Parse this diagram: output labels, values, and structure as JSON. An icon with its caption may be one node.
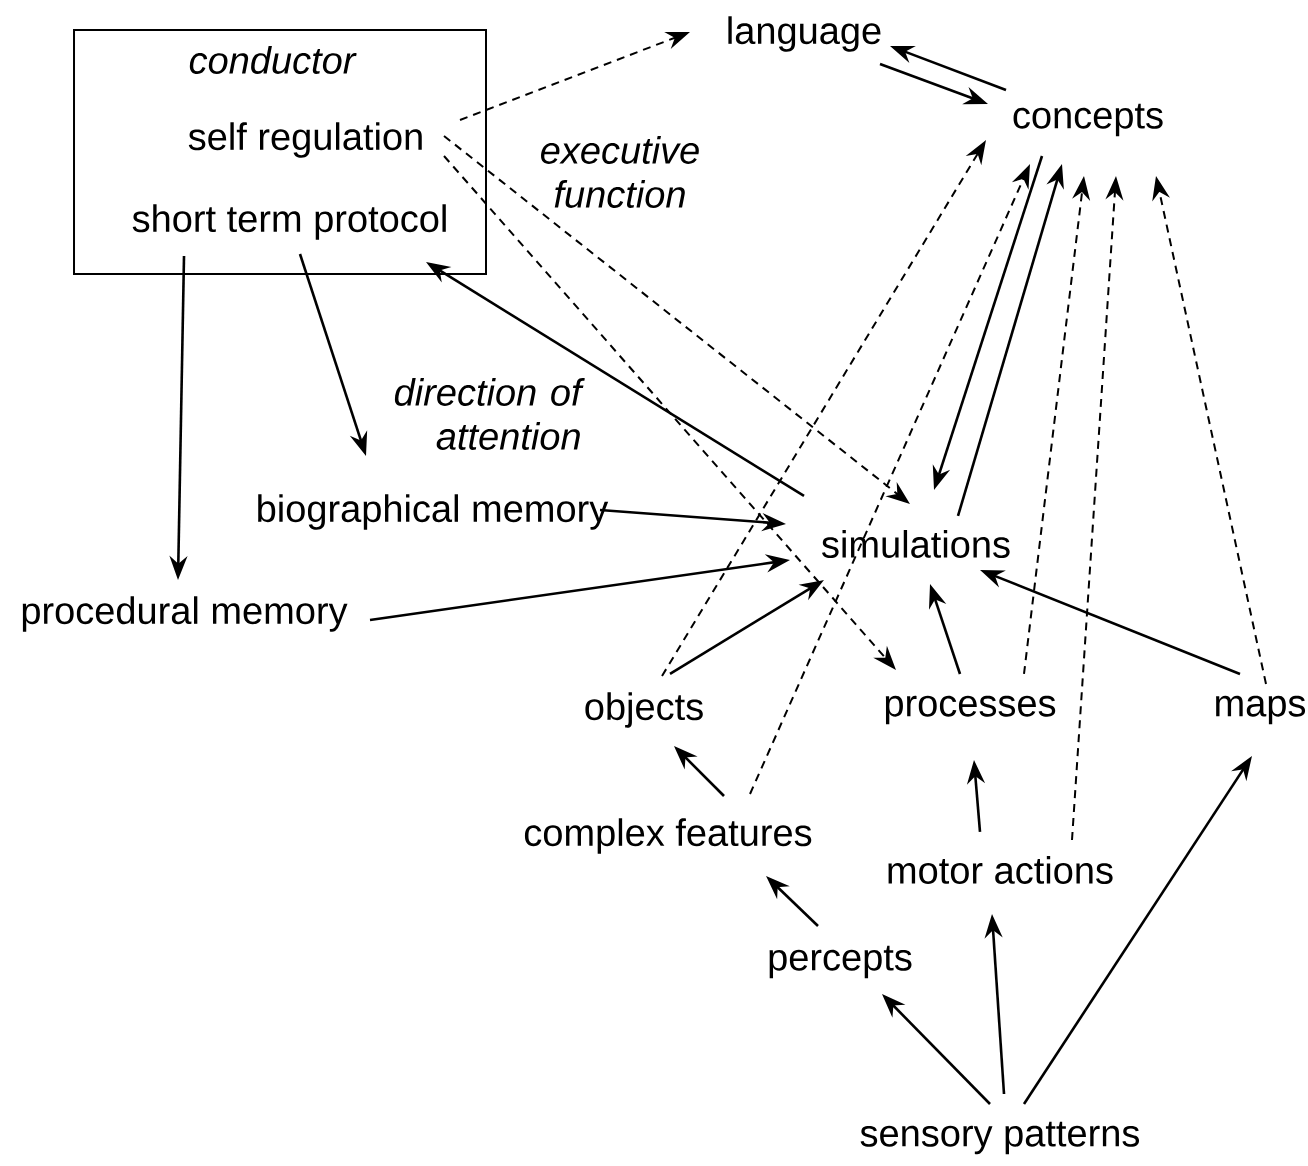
{
  "diagram": {
    "nodes": [
      {
        "text": [
          "conductor"
        ]
      },
      {
        "text": [
          "self regulation"
        ],
        "in": 0
      },
      {
        "text": [
          "short term protocol"
        ],
        "in": 0
      },
      {
        "text": [
          "language"
        ]
      },
      {
        "text": [
          "concepts"
        ]
      },
      {
        "text": [
          "biographical memory"
        ]
      },
      {
        "text": [
          "simulations"
        ]
      },
      {
        "text": [
          "procedural memory"
        ]
      },
      {
        "text": [
          "objects"
        ]
      },
      {
        "text": [
          "processes"
        ]
      },
      {
        "text": [
          "maps"
        ]
      },
      {
        "text": [
          "complex features"
        ]
      },
      {
        "text": [
          "motor actions"
        ]
      },
      {
        "text": [
          "percepts"
        ]
      },
      {
        "text": [
          "sensory patterns"
        ]
      }
    ],
    "edges": [
      {
        "from": 1,
        "to": 3,
        "arrow": "to",
        "style": "dashed"
      },
      {
        "from": 4,
        "to": 3,
        "arrow": "to"
      },
      {
        "from": 3,
        "to": 4,
        "arrow": "to"
      },
      {
        "from": 1,
        "to": 6,
        "arrow": "to",
        "style": "dashed"
      },
      {
        "from": 1,
        "to": 9,
        "arrow": "to",
        "style": "dashed"
      },
      {
        "from": 6,
        "to": 2,
        "arrow": "to"
      },
      {
        "from": 2,
        "to": 7,
        "arrow": "to"
      },
      {
        "from": 2,
        "to": 5,
        "arrow": "to"
      },
      {
        "from": 4,
        "to": 6,
        "arrow": "to"
      },
      {
        "from": 6,
        "to": 4,
        "arrow": "to"
      },
      {
        "from": 5,
        "to": 6,
        "arrow": "to"
      },
      {
        "from": 7,
        "to": 6,
        "arrow": "to"
      },
      {
        "from": 8,
        "to": 4,
        "arrow": "to",
        "style": "dashed"
      },
      {
        "from": 8,
        "to": 6,
        "arrow": "to"
      },
      {
        "from": 11,
        "to": 4,
        "arrow": "to",
        "style": "dashed"
      },
      {
        "from": 11,
        "to": 8,
        "arrow": "to"
      },
      {
        "from": 9,
        "to": 6,
        "arrow": "to"
      },
      {
        "from": 9,
        "to": 4,
        "arrow": "to",
        "style": "dashed"
      },
      {
        "from": 12,
        "to": 9,
        "arrow": "to"
      },
      {
        "from": 12,
        "to": 4,
        "arrow": "to",
        "style": "dashed"
      },
      {
        "from": 10,
        "to": 6,
        "arrow": "to"
      },
      {
        "from": 10,
        "to": 4,
        "arrow": "to",
        "style": "dashed"
      },
      {
        "from": 13,
        "to": 11,
        "arrow": "to"
      },
      {
        "from": 14,
        "to": 13,
        "arrow": "to"
      },
      {
        "from": 14,
        "to": 12,
        "arrow": "to"
      },
      {
        "from": 14,
        "to": 10,
        "arrow": "to"
      }
    ],
    "labels": [
      "executive function",
      "direction of attention"
    ]
  }
}
